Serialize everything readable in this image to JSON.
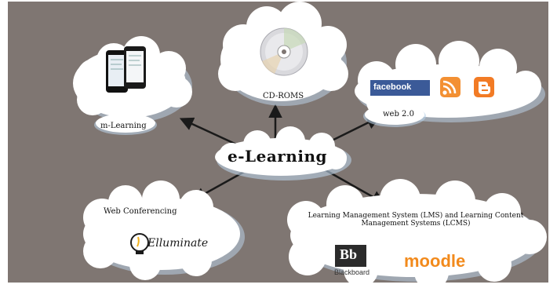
{
  "center": {
    "label": "e-Learning"
  },
  "nodes": [
    {
      "id": "m-learning",
      "label": "m-Learning",
      "icon": "smartphones-icon"
    },
    {
      "id": "cd-roms",
      "label": "CD-ROMS",
      "icon": "cd-disc-icon"
    },
    {
      "id": "web-2",
      "label": "web 2.0",
      "icons": [
        "facebook-logo",
        "rss-feed-icon",
        "blogger-logo"
      ]
    },
    {
      "id": "web-conferencing",
      "label": "Web Conferencing",
      "icon": "elluminate-logo"
    },
    {
      "id": "lms",
      "label": "Learning Management System (LMS) and Learning Content Management Systems (LCMS)",
      "icons": [
        "blackboard-logo",
        "moodle-logo"
      ]
    }
  ],
  "logos": {
    "facebook": "facebook",
    "elluminate": "Elluminate",
    "blackboard_mark": "Bb",
    "blackboard_name": "Blackboard",
    "moodle": "moodle"
  },
  "colors": {
    "background": "#7f7672",
    "cloud_fill": "#ffffff",
    "cloud_shadow": "#b9d0e6",
    "arrow": "#1a1a1a",
    "facebook_blue": "#3b5a98",
    "rss_orange": "#f39033",
    "blogger_orange": "#f27b25",
    "moodle_orange": "#f28a1c",
    "blackboard_dark": "#2b2b2b"
  }
}
